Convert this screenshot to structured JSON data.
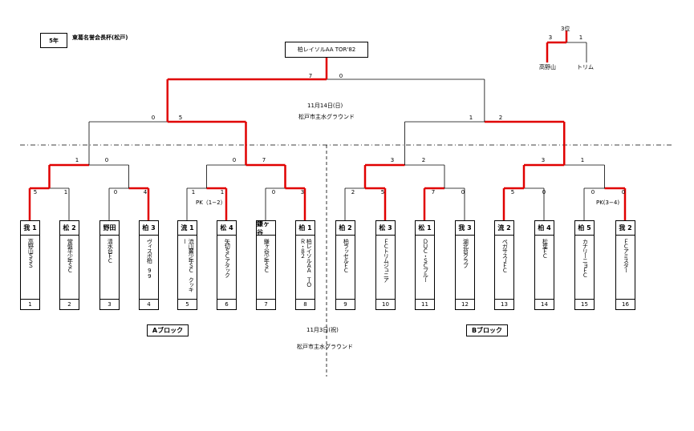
{
  "header": {
    "grade": "5年",
    "tournament": "東葛名誉会長杯(松戸)"
  },
  "final": {
    "champion": "柏レイソルAA TOR'82",
    "score_left": "7",
    "score_right": "0",
    "date": "11月14日(日)",
    "venue": "松戸市主水グラウンド"
  },
  "third_place": {
    "title": "3位",
    "score_left": "3",
    "score_right": "1",
    "team_left": "高野山",
    "team_right": "トリム"
  },
  "semifinals": [
    {
      "score_left": "0",
      "score_right": "5"
    },
    {
      "score_left": "1",
      "score_right": "2"
    }
  ],
  "quarterfinals": [
    {
      "score_left": "1",
      "score_right": "0"
    },
    {
      "score_left": "0",
      "score_right": "7"
    },
    {
      "score_left": "3",
      "score_right": "2"
    },
    {
      "score_left": "3",
      "score_right": "1"
    }
  ],
  "round1": [
    {
      "score_left": "5",
      "score_right": "1"
    },
    {
      "score_left": "0",
      "score_right": "4"
    },
    {
      "score_left": "1",
      "score_right": "1",
      "note": "PK（1−2）"
    },
    {
      "score_left": "0",
      "score_right": "3"
    },
    {
      "score_left": "2",
      "score_right": "5"
    },
    {
      "score_left": "7",
      "score_right": "0"
    },
    {
      "score_left": "5",
      "score_right": "0"
    },
    {
      "score_left": "0",
      "score_right": "0",
      "note": "PK(3−4)"
    }
  ],
  "teams": [
    {
      "seed": "我 1",
      "name": "高野山ＳＳＳ",
      "no": "1"
    },
    {
      "seed": "松 2",
      "name": "常盤平少年ＳＣ",
      "no": "2"
    },
    {
      "seed": "野田",
      "name": "清水台ＦＣ",
      "no": "3"
    },
    {
      "seed": "柏 3",
      "name": "ヴィスポ柏　99",
      "no": "4"
    },
    {
      "seed": "流 1",
      "name": "流山翼少年ＳＣ　クッキー",
      "no": "5"
    },
    {
      "seed": "松 4",
      "name": "矢切ＳＣアタック",
      "no": "6"
    },
    {
      "seed": "鎌ヶ谷",
      "name": "鎌ヶ谷少年ＳＣ",
      "no": "7"
    },
    {
      "seed": "柏 1",
      "name": "柏レイソルＡＡ　ＴＯＲ・８２",
      "no": "8"
    },
    {
      "seed": "柏 2",
      "name": "柏ラッセルＦＣ",
      "no": "9"
    },
    {
      "seed": "松 3",
      "name": "ＦＣトリムジュニア",
      "no": "10"
    },
    {
      "seed": "松 1",
      "name": "ＤＵＣ・ＳＣブルー",
      "no": "11"
    },
    {
      "seed": "我 3",
      "name": "湖北台クラブ",
      "no": "12"
    },
    {
      "seed": "流 2",
      "name": "ペガサスＪＦＣ",
      "no": "13"
    },
    {
      "seed": "柏 4",
      "name": "松葉ＦＣ",
      "no": "14"
    },
    {
      "seed": "柏 5",
      "name": "カナリーニョＦＣ",
      "no": "15"
    },
    {
      "seed": "我 2",
      "name": "ＦＣアミスター",
      "no": "16"
    }
  ],
  "blocks": {
    "a_label": "Aブロック",
    "b_label": "Bブロック",
    "date": "11月3日(祝)",
    "venue": "松戸市主水グラウンド"
  },
  "colors": {
    "winner_line": "#e00000",
    "line": "#000000"
  }
}
